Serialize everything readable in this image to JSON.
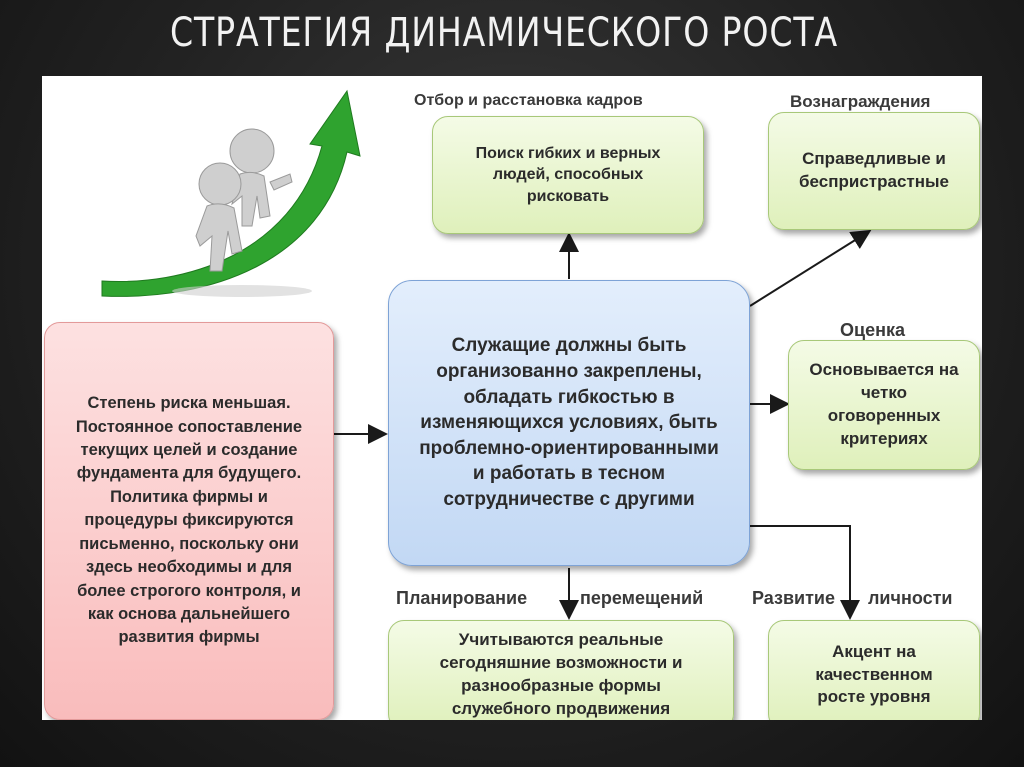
{
  "title": "СТРАТЕГИЯ ДИНАМИЧЕСКОГО РОСТА",
  "diagram": {
    "center_text": "Служащие должны быть организованно закреплены, обладать гибкостью в изменяющихся условиях, быть проблемно-ориентированными и работать в тесном сотрудничестве с другими",
    "left_text": "Степень риска меньшая. Постоянное сопоставление текущих целей и создание фундамента для будущего. Политика фирмы и процедуры фиксируются письменно, поскольку они здесь необходимы и для более строгого контроля, и как основа дальнейшего развития фирмы",
    "selection": {
      "label": "Отбор и расстановка кадров",
      "text": "Поиск гибких и верных людей, способных рисковать"
    },
    "rewards": {
      "label": "Вознаграждения",
      "text": "Справедливые и беспристрастные"
    },
    "evaluation": {
      "label": "Оценка",
      "text": "Основывается на четко оговоренных критериях"
    },
    "planning": {
      "label_left": "Планирование",
      "label_right": "перемещений",
      "text": "Учитываются реальные сегодняшние возможности и разнообразные формы служебного продвижения"
    },
    "development": {
      "label_left": "Развитие",
      "label_right": "личности",
      "text": "Акцент на качественном росте уровня"
    }
  },
  "colors": {
    "arrow_green": "#2f9e2f",
    "connector": "#1a1a1a"
  }
}
